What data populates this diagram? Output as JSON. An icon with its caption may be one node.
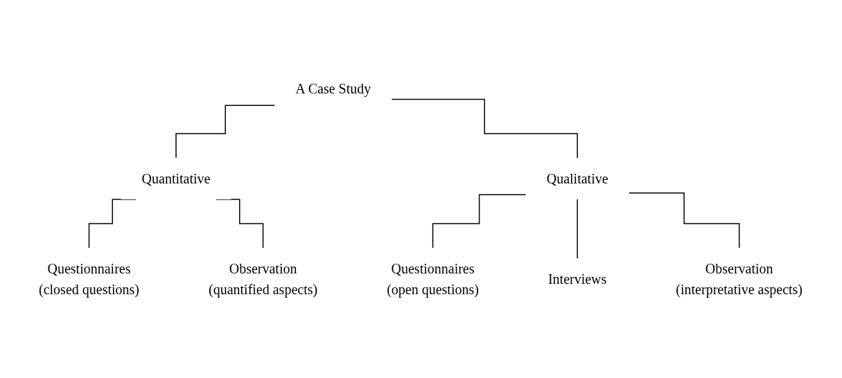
{
  "diagram": {
    "nodes": [
      {
        "text": [
          "A Case Study"
        ]
      },
      {
        "text": [
          "Quantitative"
        ]
      },
      {
        "text": [
          "Qualitative"
        ]
      },
      {
        "text": [
          "Questionnaires",
          "(closed questions)"
        ]
      },
      {
        "text": [
          "Observation",
          "(quantified aspects)"
        ]
      },
      {
        "text": [
          "Questionnaires",
          "(open questions)"
        ]
      },
      {
        "text": [
          "Interviews"
        ]
      },
      {
        "text": [
          "Observation",
          "(interpretative aspects)"
        ]
      }
    ],
    "edges": [
      {
        "from": 0,
        "to": 1,
        "arrow": "none"
      },
      {
        "from": 0,
        "to": 2,
        "arrow": "none"
      },
      {
        "from": 1,
        "to": 3,
        "arrow": "none"
      },
      {
        "from": 1,
        "to": 4,
        "arrow": "none"
      },
      {
        "from": 2,
        "to": 5,
        "arrow": "none"
      },
      {
        "from": 2,
        "to": 6,
        "arrow": "none"
      },
      {
        "from": 2,
        "to": 7,
        "arrow": "none"
      }
    ]
  }
}
